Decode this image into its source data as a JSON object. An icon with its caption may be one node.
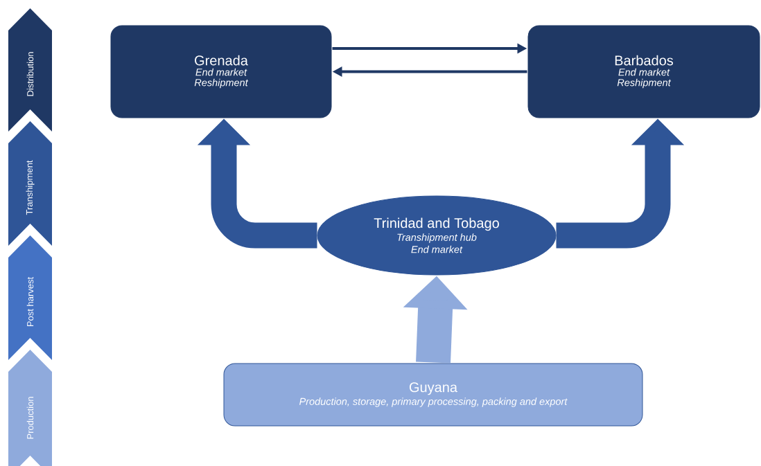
{
  "diagram": {
    "nodes": [
      {
        "text": [
          "Distribution"
        ]
      },
      {
        "text": [
          "Transhipment"
        ]
      },
      {
        "text": [
          "Post harvest"
        ]
      },
      {
        "text": [
          "Production"
        ]
      },
      {
        "text": [
          "Grenada",
          "End market",
          "Reshipment"
        ]
      },
      {
        "text": [
          "Barbados",
          "End market",
          "Reshipment"
        ]
      },
      {
        "text": [
          "Trinidad and Tobago",
          "Transhipment hub",
          "End market"
        ]
      },
      {
        "text": [
          "Guyana",
          "Production, storage, primary processing, packing and export"
        ]
      }
    ],
    "edges": [
      {
        "from": 4,
        "to": 5,
        "arrow": "to",
        "color": "#1f3864"
      },
      {
        "from": 5,
        "to": 4,
        "arrow": "to",
        "color": "#1f3864"
      },
      {
        "from": 6,
        "to": 4,
        "arrow": "to",
        "color": "#2f5597"
      },
      {
        "from": 6,
        "to": 5,
        "arrow": "to",
        "color": "#2f5597"
      },
      {
        "from": 7,
        "to": 6,
        "arrow": "to",
        "color": "#8faadc"
      }
    ]
  }
}
